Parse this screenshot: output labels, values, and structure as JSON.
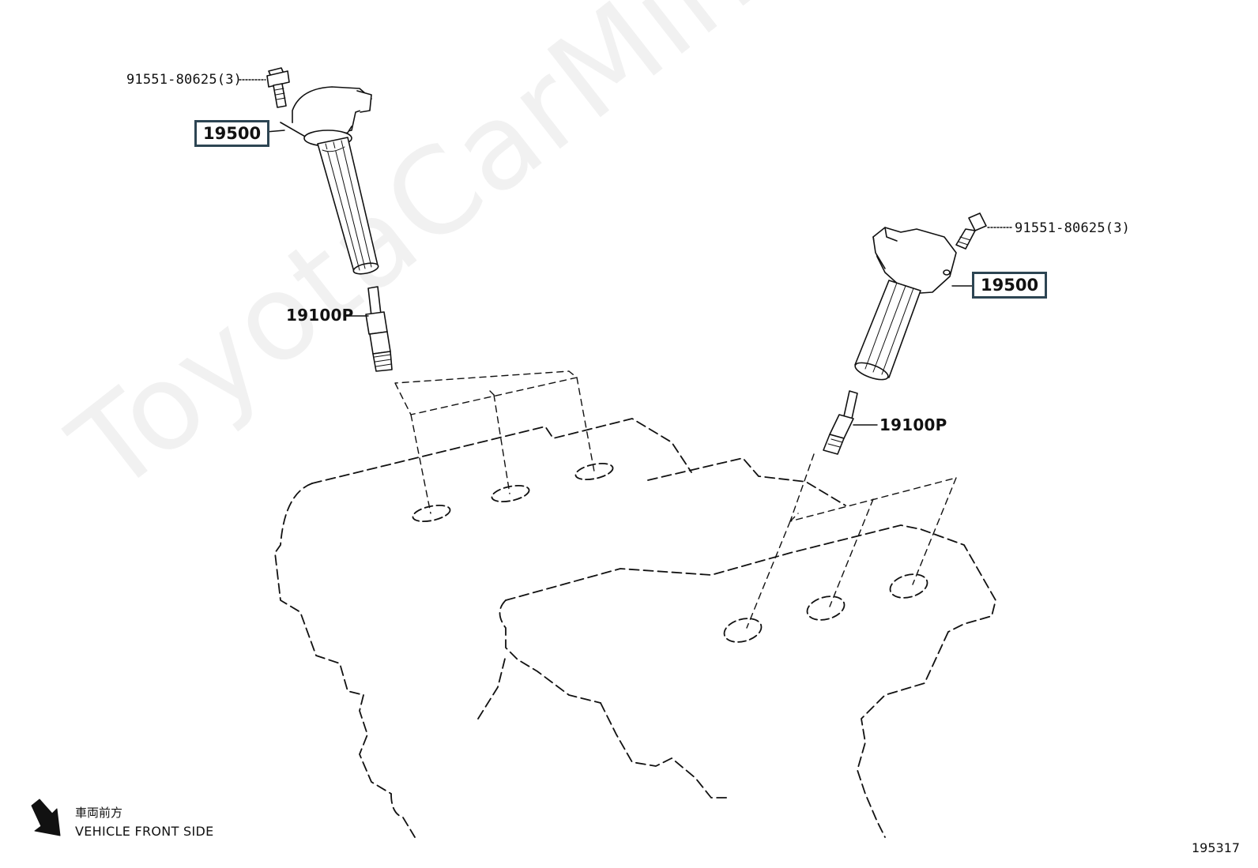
{
  "watermark": "ToyotaCarMine.ru",
  "labels": {
    "bolt_left": "91551-80625(3)",
    "coil_left": "19500",
    "plug_left": "19100P",
    "bolt_right": "91551-80625(3)",
    "coil_right": "19500",
    "plug_right": "19100P"
  },
  "direction": {
    "text_jp": "車両前方",
    "text_en": "VEHICLE FRONT SIDE",
    "arrow_icon": "arrow-down-right-icon"
  },
  "illustration_number": "195317",
  "colors": {
    "line": "#111111",
    "box_border": "#2d4553",
    "watermark": "#0000000e"
  }
}
